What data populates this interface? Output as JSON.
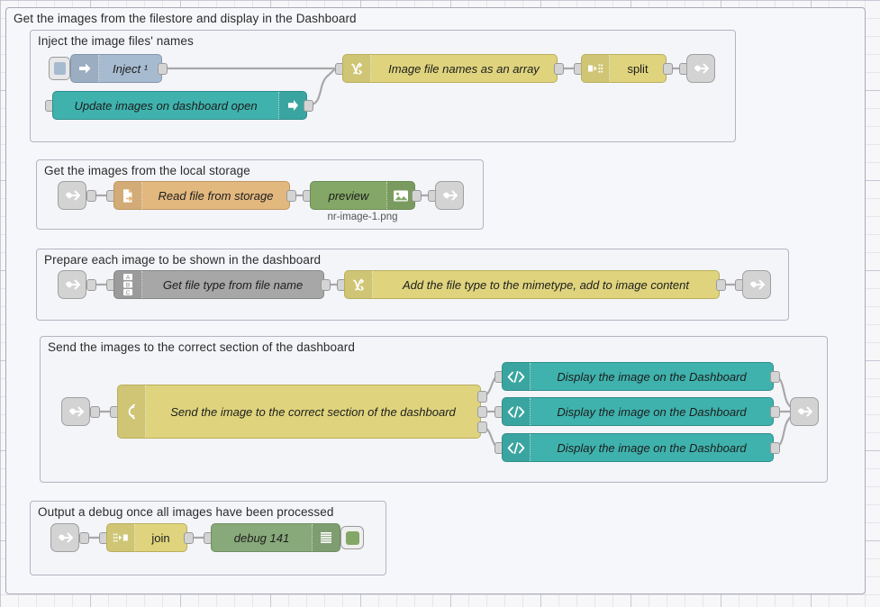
{
  "app": {
    "name": "Node-RED flow editor canvas"
  },
  "groups": [
    {
      "id": "outer",
      "label": "Get the images from the filestore and display in the Dashboard"
    },
    {
      "id": "inject",
      "label": "Inject the image files' names"
    },
    {
      "id": "storage",
      "label": "Get the images from the local storage"
    },
    {
      "id": "prepare",
      "label": "Prepare each image to be shown in the dashboard"
    },
    {
      "id": "send",
      "label": "Send the images to the correct section of the dashboard"
    },
    {
      "id": "debug",
      "label": "Output a debug once all images have been processed"
    }
  ],
  "nodes": {
    "inject": {
      "label": "Inject ¹",
      "icon": "inject-arrow-icon",
      "color": "#a7bbd0"
    },
    "ui_control": {
      "label": "Update images on dashboard open",
      "icon": "dashboard-arrow-icon",
      "color": "#3fb2ad"
    },
    "function_array": {
      "label": "Image file names as an array",
      "icon": "function-icon",
      "color": "#dfd47d"
    },
    "split": {
      "label": "split",
      "icon": "split-icon",
      "color": "#dfd47d"
    },
    "file_in": {
      "label": "Read file from storage",
      "icon": "file-read-icon",
      "color": "#e2b87f"
    },
    "preview": {
      "label": "preview",
      "sublabel": "nr-image-1.png",
      "icon": "image-preview-icon",
      "color": "#84a767"
    },
    "template": {
      "label": "Get file type from file name",
      "icon": "abc-template-icon",
      "color": "#a7a7a7"
    },
    "function_mime": {
      "label": "Add the file type to the mimetype, add to image content",
      "icon": "function-icon",
      "color": "#dfd47d"
    },
    "switch": {
      "label": "Send the image to the correct section of the dashboard",
      "icon": "switch-icon",
      "color": "#dfd47d"
    },
    "display1": {
      "label": "Display the image on the Dashboard",
      "icon": "code-template-icon",
      "color": "#3fb2ad"
    },
    "display2": {
      "label": "Display the image on the Dashboard",
      "icon": "code-template-icon",
      "color": "#3fb2ad"
    },
    "display3": {
      "label": "Display the image on the Dashboard",
      "icon": "code-template-icon",
      "color": "#3fb2ad"
    },
    "join": {
      "label": "join",
      "icon": "join-icon",
      "color": "#dfd47d"
    },
    "debug": {
      "label": "debug 141",
      "icon": "debug-lines-icon",
      "color": "#88a97a",
      "toggle_color": "#84a767"
    }
  },
  "link_nodes": [
    {
      "id": "link-out-1",
      "icon": "link-out-icon"
    },
    {
      "id": "link-in-2",
      "icon": "link-in-icon"
    },
    {
      "id": "link-out-2",
      "icon": "link-out-icon"
    },
    {
      "id": "link-in-3",
      "icon": "link-in-icon"
    },
    {
      "id": "link-out-3",
      "icon": "link-out-icon"
    },
    {
      "id": "link-in-4",
      "icon": "link-in-icon"
    },
    {
      "id": "link-out-4",
      "icon": "link-out-icon"
    },
    {
      "id": "link-in-5",
      "icon": "link-in-icon"
    }
  ],
  "colors": {
    "canvas": "#f7f7f9",
    "grid": "#bebecd",
    "group_border": "#b0b0bd",
    "group_fill": "#f5f6fa",
    "wire": "#a8a8a8",
    "port": "#d4d4d4",
    "yellow": "#dfd47d",
    "teal": "#3fb2ad",
    "green": "#84a767",
    "orange": "#e2b87f",
    "grey": "#a7a7a7",
    "blue": "#a7bbd0",
    "link": "#d3d3d3"
  }
}
